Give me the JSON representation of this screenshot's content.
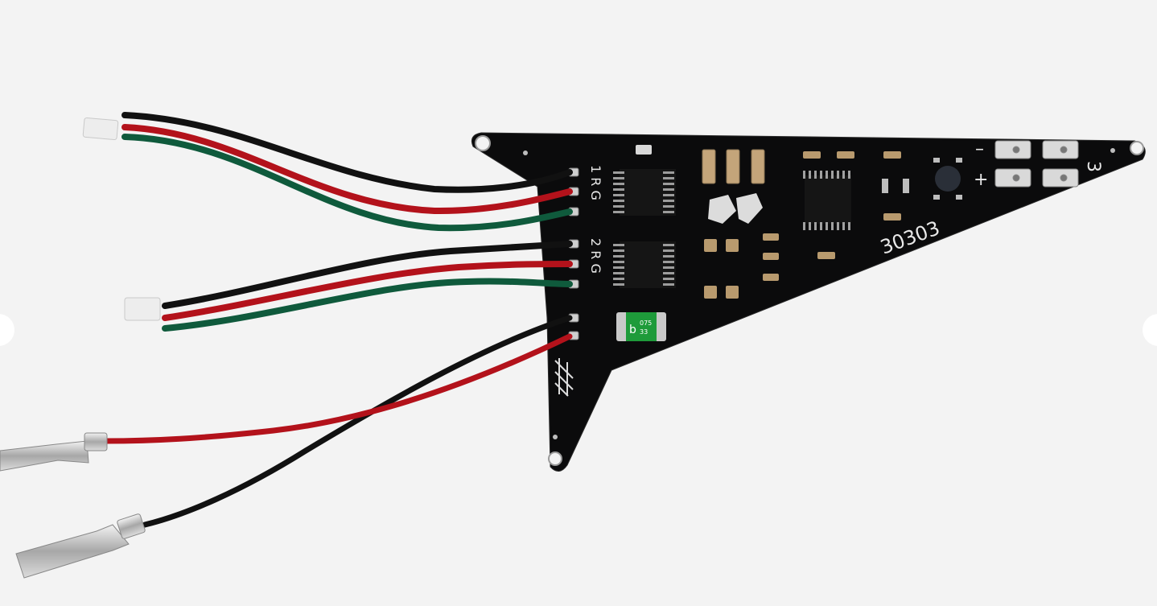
{
  "board": {
    "part_number": "30303",
    "channel_1_label": "1 R G",
    "channel_2_label": "2 R G",
    "output_3_label": "3",
    "minus_label": "–",
    "plus_label": "+",
    "fuse_marking_letter": "b",
    "fuse_marking_code_top": "075",
    "fuse_marking_code_bottom": "33"
  },
  "colors": {
    "background": "#f3f3f3",
    "pcb": "#0b0b0c",
    "wire_black": "#111111",
    "wire_red": "#b3121b",
    "wire_green": "#0f5a3c",
    "fuse": "#1e9b3a"
  },
  "navigation": {
    "prev_icon": "carousel-prev-dot-icon",
    "next_icon": "carousel-next-dot-icon"
  }
}
